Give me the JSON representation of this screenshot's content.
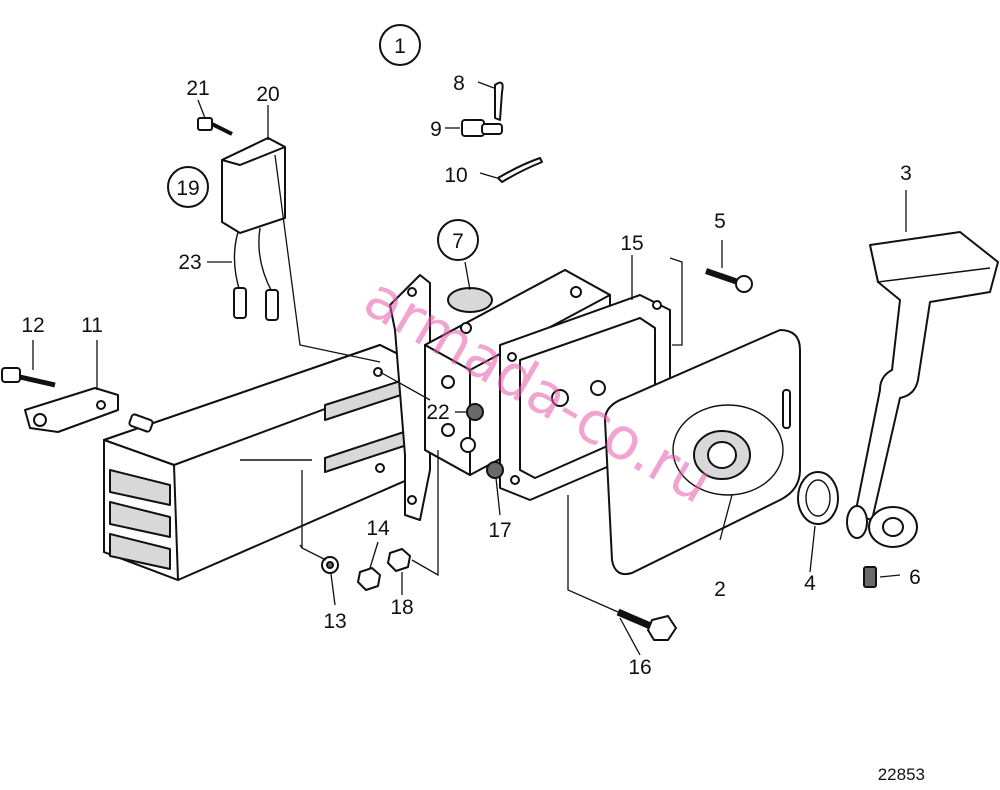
{
  "callouts": [
    {
      "id": "c1",
      "text": "1",
      "circled": true
    },
    {
      "id": "c2",
      "text": "2"
    },
    {
      "id": "c3",
      "text": "3"
    },
    {
      "id": "c4",
      "text": "4"
    },
    {
      "id": "c5",
      "text": "5"
    },
    {
      "id": "c6",
      "text": "6"
    },
    {
      "id": "c7",
      "text": "7",
      "circled": true
    },
    {
      "id": "c8",
      "text": "8"
    },
    {
      "id": "c9",
      "text": "9"
    },
    {
      "id": "c10",
      "text": "10"
    },
    {
      "id": "c11",
      "text": "11"
    },
    {
      "id": "c12",
      "text": "12"
    },
    {
      "id": "c13",
      "text": "13"
    },
    {
      "id": "c14",
      "text": "14"
    },
    {
      "id": "c15",
      "text": "15"
    },
    {
      "id": "c16",
      "text": "16"
    },
    {
      "id": "c17",
      "text": "17"
    },
    {
      "id": "c18",
      "text": "18"
    },
    {
      "id": "c19",
      "text": "19",
      "circled": true
    },
    {
      "id": "c20",
      "text": "20"
    },
    {
      "id": "c21",
      "text": "21"
    },
    {
      "id": "c22",
      "text": "22"
    },
    {
      "id": "c23",
      "text": "23"
    }
  ],
  "figure_number": "22853",
  "watermark": "armada-co.ru"
}
